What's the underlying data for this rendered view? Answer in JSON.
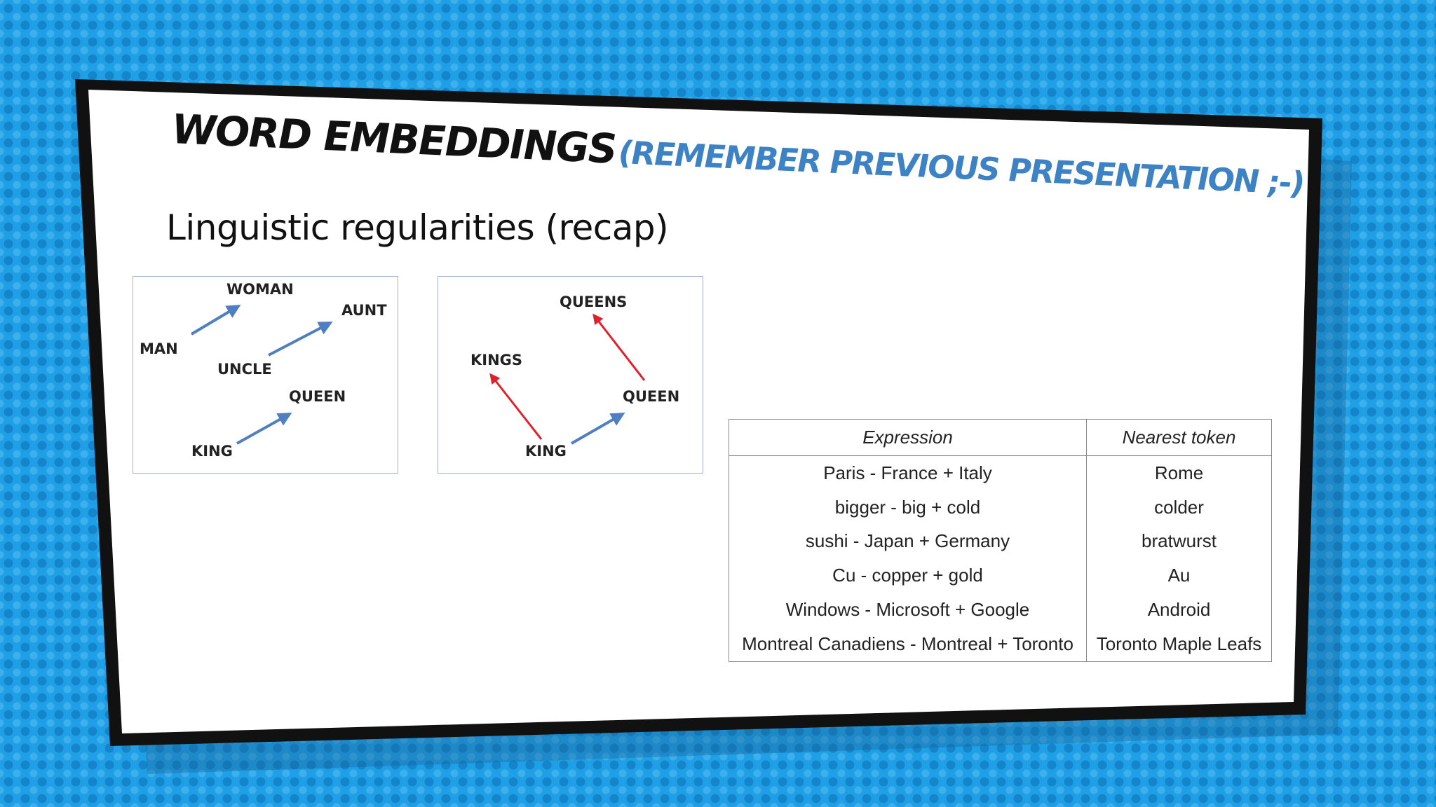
{
  "slide": {
    "title": "Word Embeddings",
    "title_note": "(remember previous presentation ;-)",
    "subtitle": "Linguistic regularities (recap)"
  },
  "diagram_left": {
    "labels": {
      "man": "MAN",
      "woman": "WOMAN",
      "uncle": "UNCLE",
      "aunt": "AUNT",
      "king": "KING",
      "queen": "QUEEN"
    },
    "arrow_color": "#4f7fc0"
  },
  "diagram_right": {
    "labels": {
      "kings": "KINGS",
      "queens": "QUEENS",
      "king": "KING",
      "queen": "QUEEN"
    },
    "arrow_color_plural": "#e0202a",
    "arrow_color_gender": "#4f7fc0"
  },
  "table": {
    "headers": [
      "Expression",
      "Nearest token"
    ],
    "rows": [
      [
        "Paris - France + Italy",
        "Rome"
      ],
      [
        "bigger - big + cold",
        "colder"
      ],
      [
        "sushi - Japan + Germany",
        "bratwurst"
      ],
      [
        "Cu - copper + gold",
        "Au"
      ],
      [
        "Windows - Microsoft + Google",
        "Android"
      ],
      [
        "Montreal Canadiens - Montreal + Toronto",
        "Toronto Maple Leafs"
      ]
    ]
  },
  "colors": {
    "background": "#1fa0e6",
    "accent": "#3d82c4",
    "frame": "#111111"
  }
}
